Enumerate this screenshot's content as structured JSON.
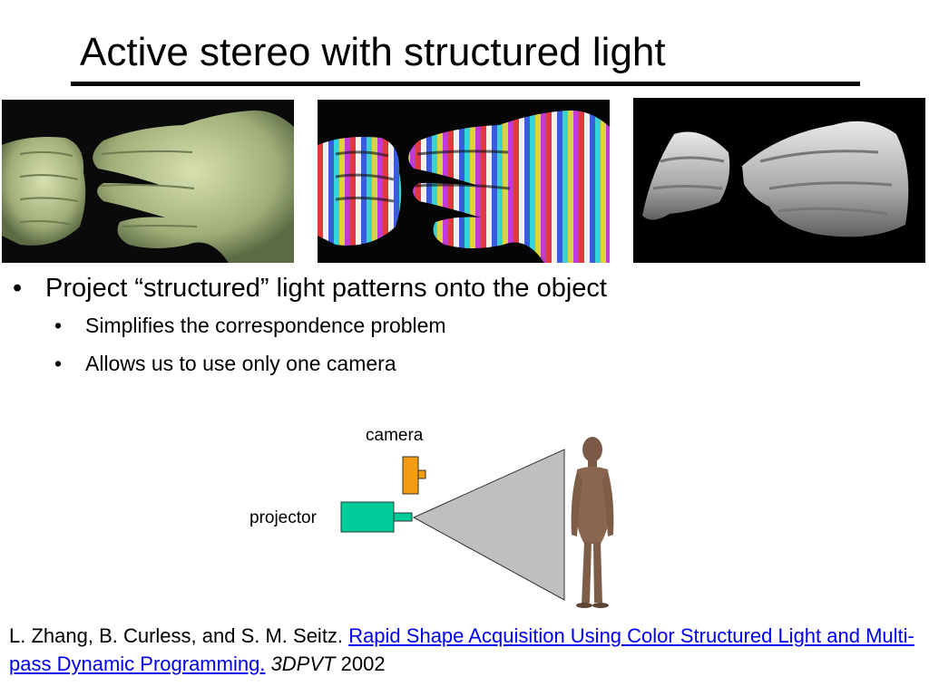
{
  "slide": {
    "title": "Active stereo with structured light"
  },
  "photos": {
    "color_hands": "color-hands-photo",
    "striped_hands": "striped-hands-photo",
    "reconstruction": "hands-3d-reconstruction"
  },
  "bullets": {
    "main": "Project “structured” light patterns onto the object",
    "sub": [
      "Simplifies the correspondence problem",
      "Allows us to use only one camera"
    ],
    "marker": "•"
  },
  "diagram": {
    "camera_label": "camera",
    "projector_label": "projector",
    "colors": {
      "camera": "#f39c12",
      "projector": "#00cc99",
      "light_cone": "#bfbfbf",
      "figure": "#8a6650"
    }
  },
  "citation": {
    "authors": "L. Zhang, B. Curless, and S. M. Seitz.",
    "link_text": "Rapid Shape Acquisition Using Color Structured Light and Multi-pass Dynamic Programming.",
    "venue": "3DPVT",
    "year": "2002",
    "link_color": "#0000ee"
  }
}
